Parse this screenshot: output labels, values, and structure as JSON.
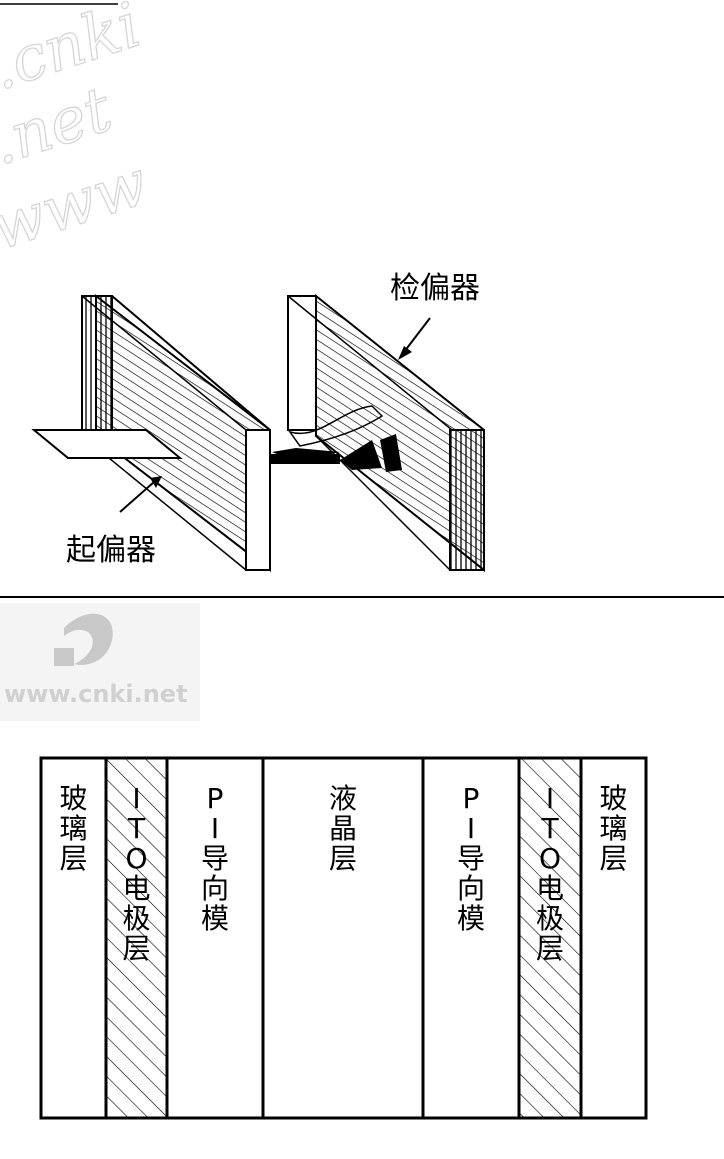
{
  "watermark": {
    "lines": [
      ".cnki",
      ".net",
      "www"
    ],
    "logo_text": "www.cnki.net"
  },
  "polarizer_figure": {
    "polarizer_label": "起偏器",
    "analyzer_label": "检偏器"
  },
  "layer_figure": {
    "layers": [
      {
        "label": "玻璃层",
        "hatched": false,
        "chars": [
          "玻",
          "璃",
          "层"
        ]
      },
      {
        "label": "ITO电极层",
        "hatched": true,
        "chars": [
          "I",
          "T",
          "O",
          "电",
          "极",
          "层"
        ]
      },
      {
        "label": "PI导向模",
        "hatched": false,
        "chars": [
          "P",
          "I",
          "导",
          "向",
          "模"
        ]
      },
      {
        "label": "液晶层",
        "hatched": false,
        "chars": [
          "液",
          "晶",
          "层"
        ]
      },
      {
        "label": "PI导向模",
        "hatched": false,
        "chars": [
          "P",
          "I",
          "导",
          "向",
          "模"
        ]
      },
      {
        "label": "ITO电极层",
        "hatched": true,
        "chars": [
          "I",
          "T",
          "O",
          "电",
          "极",
          "层"
        ]
      },
      {
        "label": "玻璃层",
        "hatched": false,
        "chars": [
          "玻",
          "璃",
          "层"
        ]
      }
    ]
  }
}
